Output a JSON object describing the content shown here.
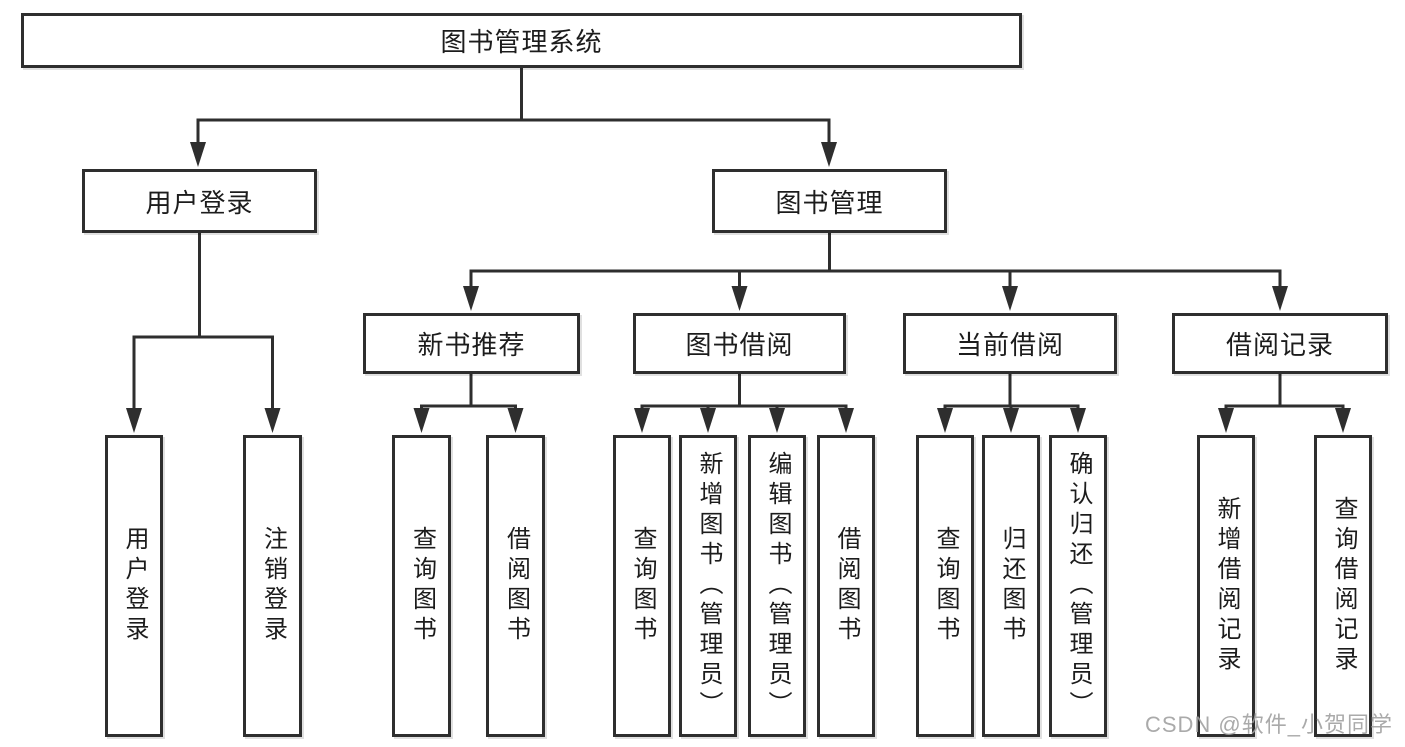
{
  "diagram": {
    "type": "hierarchy-tree",
    "root": {
      "label": "图书管理系统"
    },
    "level2": [
      {
        "label": "用户登录",
        "children_leaf": [
          "用户登录",
          "注销登录"
        ]
      },
      {
        "label": "图书管理"
      }
    ],
    "level3": [
      {
        "label": "新书推荐",
        "children": [
          "查询图书",
          "借阅图书"
        ]
      },
      {
        "label": "图书借阅",
        "children": [
          "查询图书",
          "新增图书（管理员）",
          "编辑图书（管理员）",
          "借阅图书"
        ]
      },
      {
        "label": "当前借阅",
        "children": [
          "查询图书",
          "归还图书",
          "确认归还（管理员）"
        ]
      },
      {
        "label": "借阅记录",
        "children": [
          "新增借阅记录",
          "查询借阅记录"
        ]
      }
    ]
  },
  "watermark": "CSDN @软件_小贺同学",
  "colors": {
    "background": "#ffffff",
    "line": "#2e2e2e",
    "box_border": "#2e2e2e",
    "text": "#1c1c1c",
    "watermark": "#9e9e9e"
  }
}
